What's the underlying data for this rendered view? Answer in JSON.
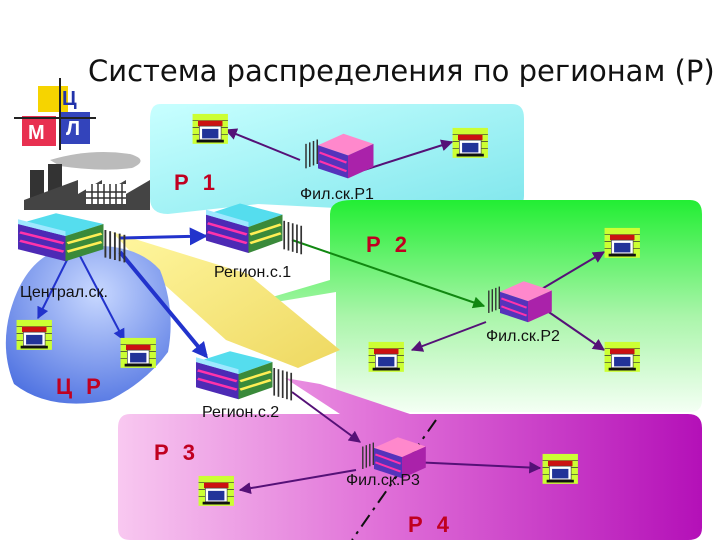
{
  "title": "Система распределения по регионам (Р)",
  "logo": {
    "c": "Ц",
    "m": "М",
    "l": "Л"
  },
  "regions": {
    "p1": "Р 1",
    "p2": "Р 2",
    "p3": "Р 3",
    "p4": "Р 4",
    "cr": "Ц Р"
  },
  "nodes": {
    "central": "Централ.ск.",
    "regional1": "Регион.с.1",
    "regional2": "Регион.с.2",
    "branch1": "Фил.ск.Р1",
    "branch2": "Фил.ск.Р2",
    "branch3": "Фил.ск.Р3"
  },
  "colors": {
    "region1": "#9ef0f0",
    "region2": "#33ee44",
    "region3": "#cc22cc",
    "central_area": "#6a8ae8",
    "arrow_blue": "#2233cc",
    "arrow_purple": "#551177",
    "arrow_green": "#118811",
    "label_red": "#c00020"
  }
}
